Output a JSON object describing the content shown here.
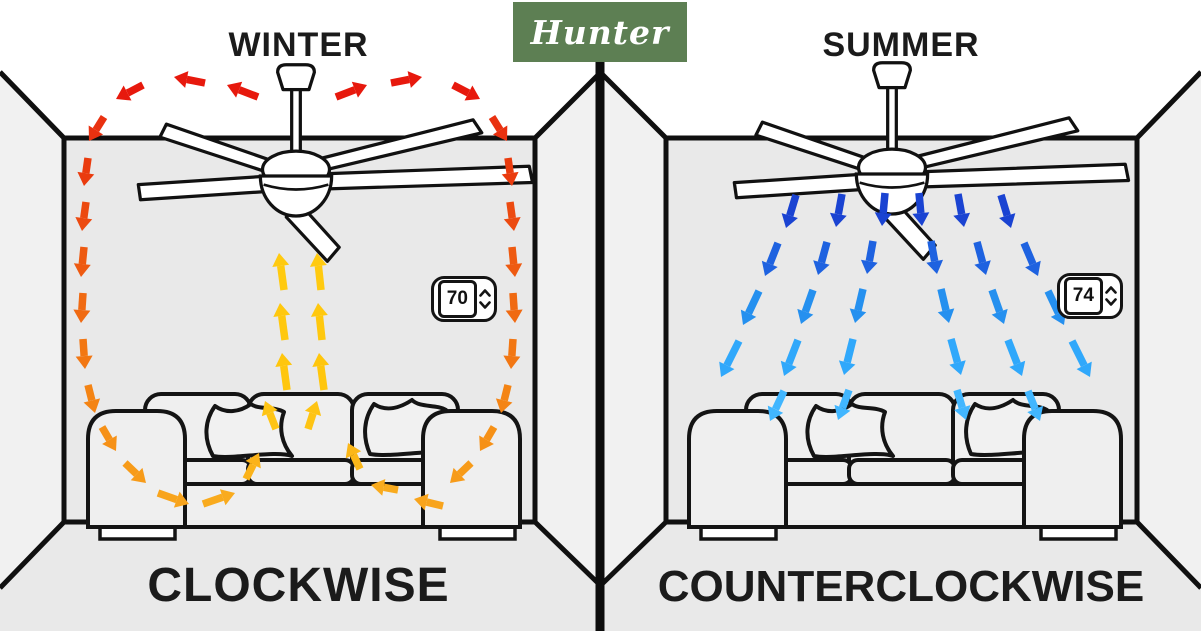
{
  "brand": {
    "name": "Hunter",
    "logo_bg": "#5d7f53",
    "logo_text_color": "#ffffff"
  },
  "winter": {
    "title": "WINTER",
    "label": "CLOCKWISE",
    "thermostat_value": "70"
  },
  "summer": {
    "title": "SUMMER",
    "label": "COUNTERCLOCKWISE",
    "thermostat_value": "74"
  },
  "palette": {
    "room_line": "#101010",
    "side_wall": "#f1f1f1",
    "back_wall": "#e9e9e9",
    "floor": "#e9e9e9",
    "winter_hot": "#e7190d",
    "winter_warm": "#f48414",
    "winter_rise": "#ffc80e",
    "summer_cold": "#1a43d2",
    "summer_cool": "#41b6ff"
  },
  "airflow": {
    "winter": [
      [
        258,
        97,
        227,
        85,
        "#e7190d"
      ],
      [
        205,
        83,
        174,
        77,
        "#e7190d"
      ],
      [
        143,
        85,
        116,
        99,
        "#e7190d"
      ],
      [
        104,
        117,
        89,
        141,
        "#e93110"
      ],
      [
        88,
        158,
        84,
        186,
        "#ea3b0e"
      ],
      [
        86,
        202,
        82,
        231,
        "#ec4a10"
      ],
      [
        84,
        247,
        81,
        277,
        "#ee5a11"
      ],
      [
        83,
        293,
        81,
        323,
        "#f06a12"
      ],
      [
        83,
        339,
        85,
        369,
        "#f27713"
      ],
      [
        88,
        385,
        95,
        413,
        "#f48414"
      ],
      [
        102,
        427,
        116,
        451,
        "#f69117"
      ],
      [
        125,
        463,
        146,
        483,
        "#f79b19"
      ],
      [
        158,
        493,
        189,
        504,
        "#f8a41c"
      ],
      [
        203,
        504,
        235,
        493,
        "#f9ab1e"
      ],
      [
        246,
        479,
        259,
        453,
        "#fbb31a"
      ],
      [
        284,
        290,
        279,
        253,
        "#ffca10"
      ],
      [
        285,
        340,
        280,
        303,
        "#ffc80e"
      ],
      [
        287,
        390,
        282,
        353,
        "#ffc60c"
      ],
      [
        276,
        429,
        265,
        401,
        "#fec414"
      ],
      [
        321,
        290,
        317,
        253,
        "#ffca10"
      ],
      [
        322,
        340,
        318,
        303,
        "#ffc80e"
      ],
      [
        324,
        390,
        319,
        353,
        "#ffc60c"
      ],
      [
        308,
        429,
        317,
        401,
        "#fec414"
      ],
      [
        360,
        469,
        348,
        443,
        "#fbb718"
      ],
      [
        336,
        97,
        367,
        85,
        "#e7190d"
      ],
      [
        391,
        83,
        422,
        77,
        "#e7190d"
      ],
      [
        453,
        85,
        480,
        99,
        "#e7190d"
      ],
      [
        492,
        117,
        507,
        141,
        "#e93110"
      ],
      [
        508,
        158,
        512,
        186,
        "#ea3b0e"
      ],
      [
        510,
        202,
        514,
        231,
        "#ec4a10"
      ],
      [
        512,
        247,
        515,
        277,
        "#ee5a11"
      ],
      [
        513,
        293,
        515,
        323,
        "#f06a12"
      ],
      [
        513,
        339,
        511,
        369,
        "#f27713"
      ],
      [
        508,
        385,
        501,
        413,
        "#f48414"
      ],
      [
        494,
        427,
        480,
        451,
        "#f69117"
      ],
      [
        471,
        463,
        450,
        483,
        "#f79b19"
      ],
      [
        443,
        506,
        414,
        499,
        "#f8a41c"
      ],
      [
        398,
        490,
        371,
        485,
        "#f9ab1e"
      ]
    ],
    "summer": [
      [
        796,
        195,
        786,
        228,
        "#1a43d2"
      ],
      [
        842,
        194,
        836,
        227,
        "#1a43d2"
      ],
      [
        885,
        193,
        882,
        226,
        "#1a43d2"
      ],
      [
        919,
        193,
        922,
        226,
        "#1a43d2"
      ],
      [
        958,
        194,
        964,
        227,
        "#1a43d2"
      ],
      [
        1001,
        195,
        1011,
        228,
        "#1a43d2"
      ],
      [
        778,
        243,
        765,
        276,
        "#1e62e0"
      ],
      [
        827,
        242,
        818,
        275,
        "#1e62e0"
      ],
      [
        873,
        241,
        867,
        274,
        "#1e62e0"
      ],
      [
        931,
        241,
        937,
        274,
        "#1e62e0"
      ],
      [
        977,
        242,
        986,
        275,
        "#1e62e0"
      ],
      [
        1024,
        243,
        1038,
        276,
        "#1e62e0"
      ],
      [
        759,
        291,
        743,
        325,
        "#2590ef"
      ],
      [
        813,
        290,
        801,
        324,
        "#2590ef"
      ],
      [
        863,
        289,
        855,
        323,
        "#2590ef"
      ],
      [
        941,
        289,
        949,
        323,
        "#2590ef"
      ],
      [
        992,
        290,
        1004,
        324,
        "#2590ef"
      ],
      [
        1048,
        291,
        1064,
        325,
        "#2590ef"
      ],
      [
        739,
        341,
        721,
        377,
        "#30a8fb"
      ],
      [
        798,
        340,
        784,
        376,
        "#30a8fb"
      ],
      [
        853,
        339,
        844,
        375,
        "#30a8fb"
      ],
      [
        951,
        339,
        961,
        375,
        "#30a8fb"
      ],
      [
        1008,
        340,
        1022,
        376,
        "#30a8fb"
      ],
      [
        1072,
        341,
        1090,
        377,
        "#30a8fb"
      ],
      [
        784,
        391,
        770,
        421,
        "#41b6ff"
      ],
      [
        849,
        390,
        838,
        420,
        "#41b6ff"
      ],
      [
        957,
        390,
        966,
        420,
        "#41b6ff"
      ],
      [
        1028,
        391,
        1040,
        421,
        "#41b6ff"
      ]
    ]
  }
}
